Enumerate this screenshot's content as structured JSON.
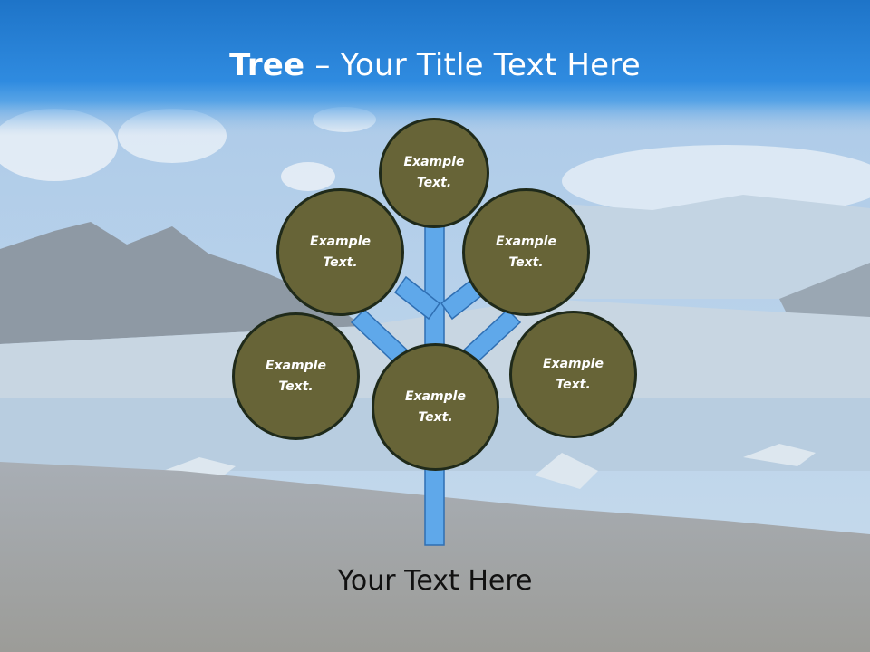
{
  "title": {
    "bold": "Tree",
    "dash": " – ",
    "rest": "Your Title Text Here"
  },
  "nodes": [
    {
      "label": "Example Text."
    },
    {
      "label": "Example Text."
    },
    {
      "label": "Example Text."
    },
    {
      "label": "Example Text."
    },
    {
      "label": "Example Text."
    },
    {
      "label": "Example Text."
    }
  ],
  "caption": "Your Text Here",
  "colors": {
    "title_bar": "#2a82d6",
    "node_fill": "#676437",
    "node_border": "#1f2a1a",
    "branch": "#5fa8ea"
  }
}
